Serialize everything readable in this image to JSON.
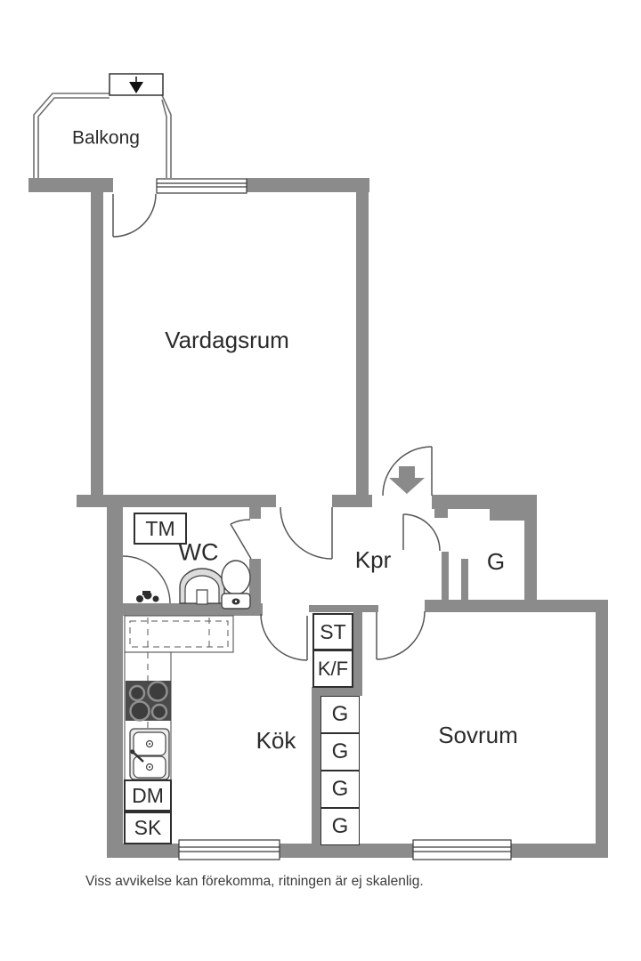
{
  "colors": {
    "wall": "#8b8b8b",
    "line": "#555555",
    "dark": "#2f2f2f",
    "text": "#2b2b2b",
    "stove": "#4a4a4a",
    "arrow": "#8a8a8a",
    "muted_text": "#3c3c3c"
  },
  "rooms": {
    "balcony": "Balkong",
    "living_room": "Vardagsrum",
    "wc": "WC",
    "hall": "Kpr",
    "hall_closet": "G",
    "kitchen": "Kök",
    "bedroom": "Sovrum"
  },
  "fixtures": {
    "washing_machine": "TM",
    "cleaning_cabinet": "ST",
    "fridge_freezer": "K/F",
    "dishwasher": "DM",
    "cabinet": "SK",
    "wardrobes": [
      "G",
      "G",
      "G",
      "G"
    ]
  },
  "icons": {
    "north_arrow": "▼",
    "entrance_arrow": "⬇"
  },
  "footer": {
    "disclaimer": "Viss avvikelse kan förekomma, ritningen är ej skalenlig."
  }
}
